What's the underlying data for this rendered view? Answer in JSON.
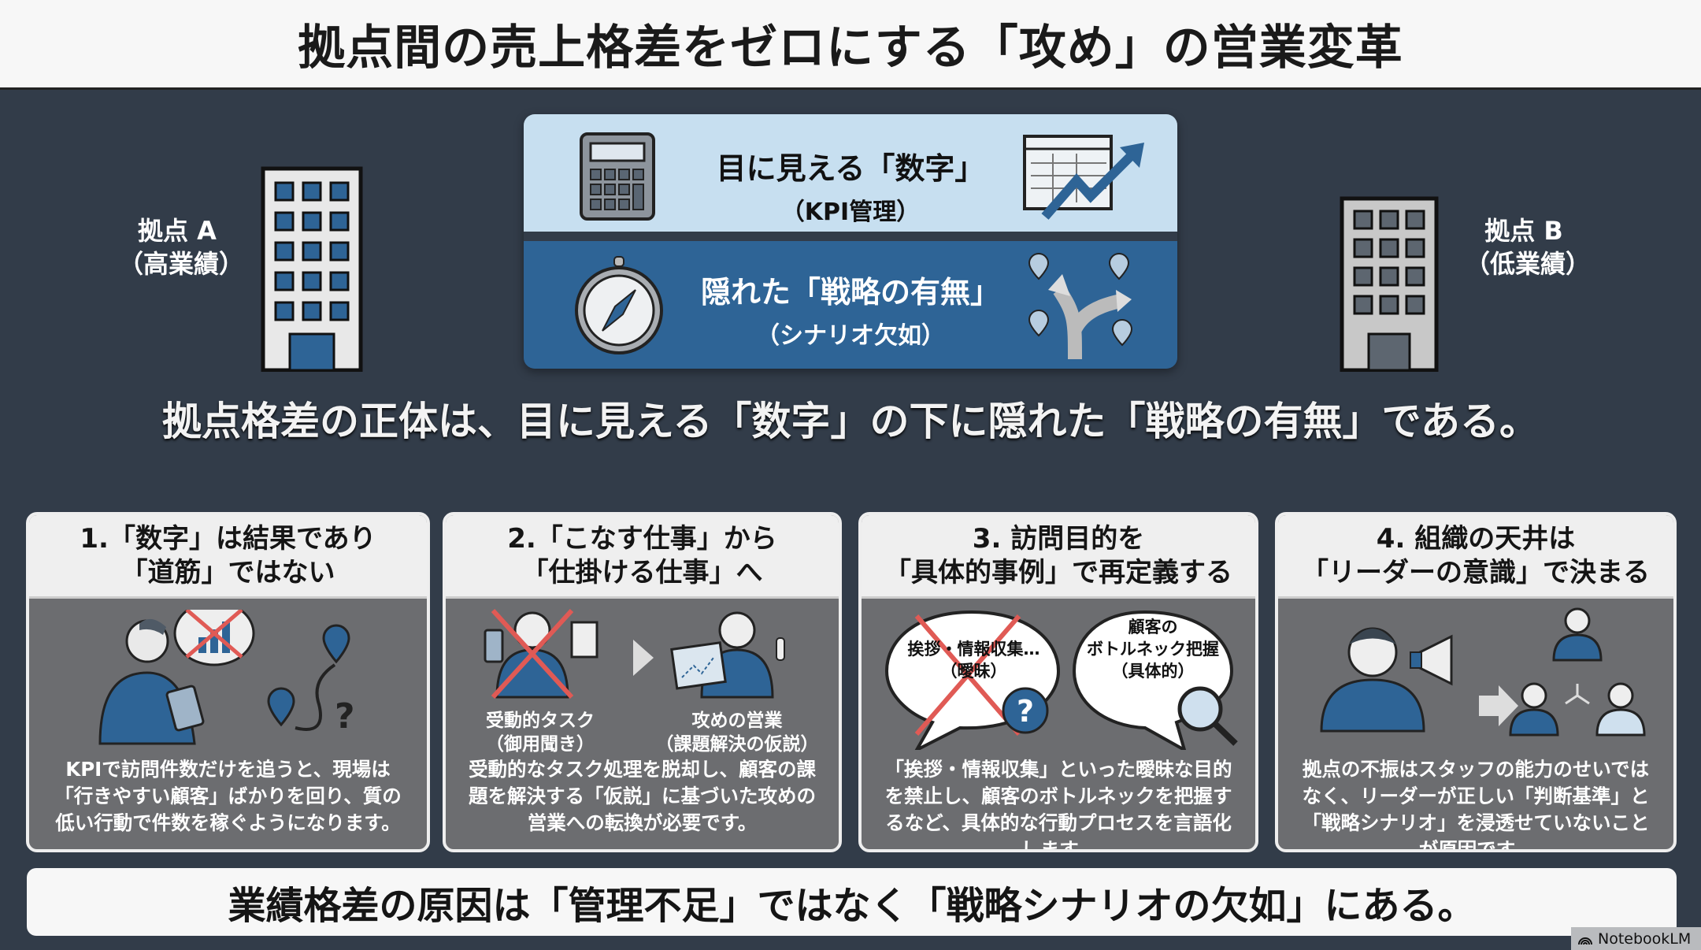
{
  "title": "拠点間の売上格差をゼロにする「攻め」の営業変革",
  "panel": {
    "top": {
      "main": "目に見える「数字」",
      "sub": "（KPI管理）"
    },
    "bottom": {
      "main": "隠れた「戦略の有無」",
      "sub": "（シナリオ欠如）"
    }
  },
  "locations": {
    "a": {
      "name": "拠点 A",
      "note": "（高業績）"
    },
    "b": {
      "name": "拠点 B",
      "note": "（低業績）"
    }
  },
  "statement": "拠点格差の正体は、目に見える「数字」の下に隠れた「戦略の有無」である。",
  "cards": [
    {
      "title1": "1.「数字」は結果であり",
      "title2": "「道筋」ではない",
      "body": "KPIで訪問件数だけを追うと、現場は「行きやすい顧客」ばかりを回り、質の低い行動で件数を稼ぐようになります。"
    },
    {
      "title1": "2.「こなす仕事」から",
      "title2": "「仕掛ける仕事」へ",
      "captions": {
        "left1": "受動的タスク",
        "left2": "（御用聞き）",
        "right1": "攻めの営業",
        "right2": "（課題解決の仮説）"
      },
      "body": "受動的なタスク処理を脱却し、顧客の課題を解決する「仮説」に基づいた攻めの営業への転換が必要です。"
    },
    {
      "title1": "3. 訪問目的を",
      "title2": "「具体的事例」で再定義する",
      "bubbles": {
        "left1": "挨拶・情報収集…",
        "left2": "（曖昧）",
        "right1": "顧客の",
        "right2": "ボトルネック把握",
        "right3": "（具体的）"
      },
      "body": "「挨拶・情報収集」といった曖昧な目的を禁止し、顧客のボトルネックを把握するなど、具体的な行動プロセスを言語化します。"
    },
    {
      "title1": "4. 組織の天井は",
      "title2": "「リーダーの意識」で決まる",
      "body": "拠点の不振はスタッフの能力のせいではなく、リーダーが正しい「判断基準」と「戦略シナリオ」を浸透せていないことが原因です。"
    }
  ],
  "banner": "業績格差の原因は「管理不足」ではなく「戦略シナリオの欠如」にある。",
  "watermark": "NotebookLM",
  "colors": {
    "background": "#323c49",
    "panel_top": "#c7dff0",
    "panel_bottom": "#2e6496",
    "card_body": "#6c6d70",
    "accent_blue": "#2f5f8f",
    "cross_red": "#e05a55"
  }
}
